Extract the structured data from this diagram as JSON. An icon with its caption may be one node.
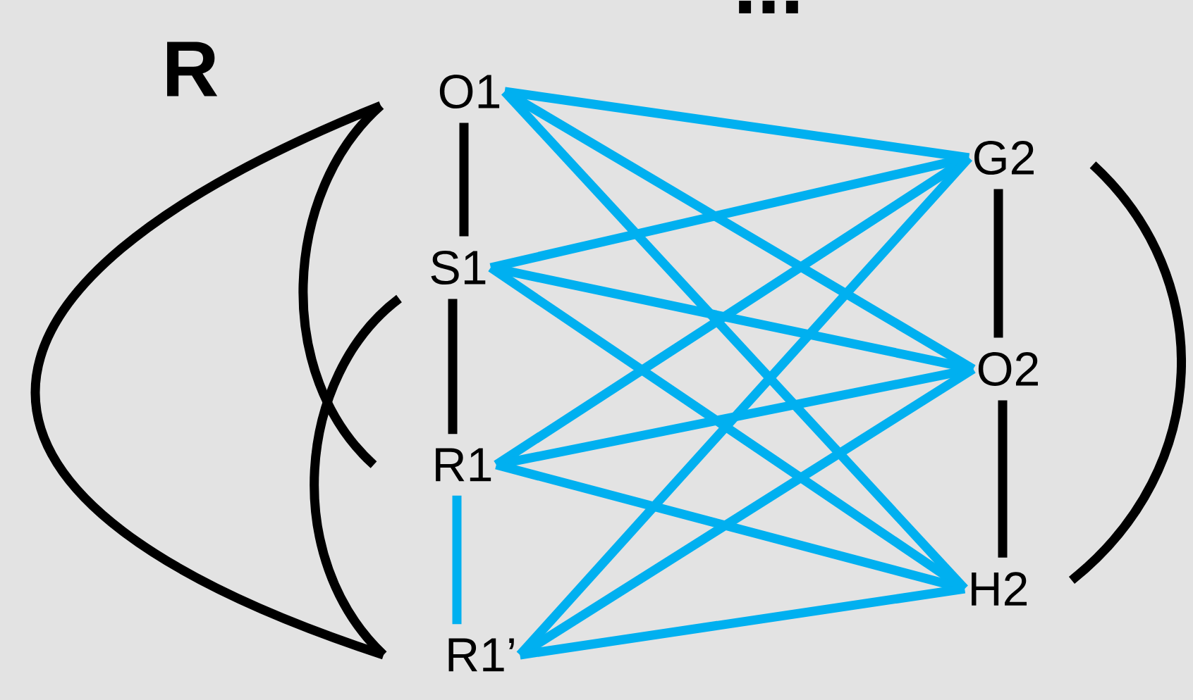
{
  "diagram": {
    "nodes": [
      {
        "text": [
          "O1"
        ]
      },
      {
        "text": [
          "S1"
        ]
      },
      {
        "text": [
          "R1"
        ]
      },
      {
        "text": [
          "R1’"
        ]
      },
      {
        "text": [
          "G2"
        ]
      },
      {
        "text": [
          "O2"
        ]
      },
      {
        "text": [
          "H2"
        ]
      }
    ],
    "edges": [
      {
        "from": 0,
        "to": 1,
        "arrow": "none",
        "color": "#000000"
      },
      {
        "from": 1,
        "to": 2,
        "arrow": "none",
        "color": "#000000"
      },
      {
        "from": 2,
        "to": 3,
        "arrow": "none"
      },
      {
        "from": 4,
        "to": 5,
        "arrow": "none",
        "color": "#000000"
      },
      {
        "from": 5,
        "to": 6,
        "arrow": "none",
        "color": "#000000"
      },
      {
        "from": 0,
        "to": 4,
        "arrow": "none"
      },
      {
        "from": 0,
        "to": 5,
        "arrow": "none"
      },
      {
        "from": 0,
        "to": 6,
        "arrow": "none"
      },
      {
        "from": 1,
        "to": 4,
        "arrow": "none"
      },
      {
        "from": 1,
        "to": 5,
        "arrow": "none"
      },
      {
        "from": 1,
        "to": 6,
        "arrow": "none"
      },
      {
        "from": 2,
        "to": 4,
        "arrow": "none"
      },
      {
        "from": 2,
        "to": 5,
        "arrow": "none"
      },
      {
        "from": 2,
        "to": 6,
        "arrow": "none"
      },
      {
        "from": 3,
        "to": 4,
        "arrow": "none"
      },
      {
        "from": 3,
        "to": 5,
        "arrow": "none"
      },
      {
        "from": 3,
        "to": 6,
        "arrow": "none"
      },
      {
        "from": 0,
        "to": 3,
        "arrow": "none",
        "color": "#000000"
      },
      {
        "from": 0,
        "to": 2,
        "arrow": "none",
        "color": "#000000"
      },
      {
        "from": 1,
        "to": 3,
        "arrow": "none",
        "color": "#000000"
      },
      {
        "from": 4,
        "to": 6,
        "arrow": "none",
        "color": "#000000"
      }
    ],
    "labels": [
      "R",
      "..."
    ]
  }
}
